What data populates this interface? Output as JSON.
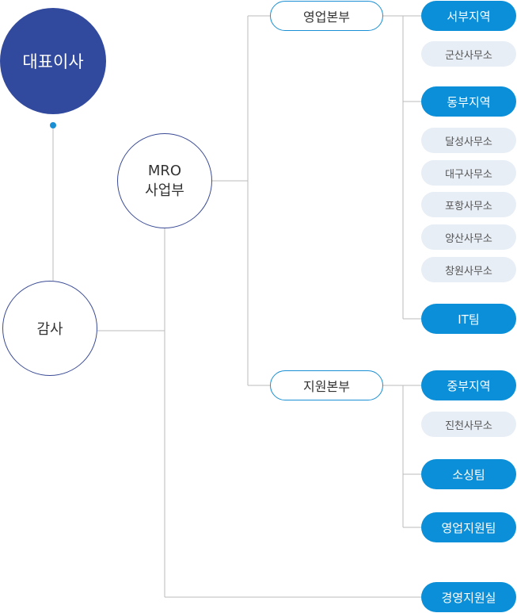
{
  "ceo": "대표이사",
  "audit": "감사",
  "mro": {
    "line1": "MRO",
    "line2": "사업부"
  },
  "sales_hq": {
    "label": "영업본부",
    "west": "서부지역",
    "gunsan": "군산사무소",
    "east": "동부지역",
    "east_offices": [
      "달성사무소",
      "대구사무소",
      "포항사무소",
      "양산사무소",
      "창원사무소"
    ],
    "it": "IT팀"
  },
  "support_hq": {
    "label": "지원본부",
    "central": "중부지역",
    "jincheon": "진천사무소",
    "sourcing": "소싱팀",
    "sales_support": "영업지원팀"
  },
  "management_support": "경영지원실",
  "colors": {
    "primary_dark": "#324a9e",
    "accent_blue": "#0a8fd8",
    "office_bg": "#e8eef5",
    "line": "#bbbbbb"
  }
}
